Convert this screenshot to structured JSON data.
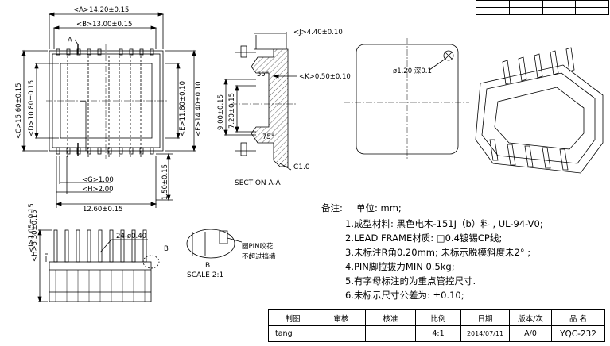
{
  "dimensions": {
    "A": "<A>14.20±0.15",
    "B": "<B>13.00±0.15",
    "C": "<C>15.60±0.15",
    "D": "<D>10.80±0.15",
    "E": "<E>11.80±0.10",
    "F": "<F>14.40±0.10",
    "G": "<G>1.00",
    "H": "<H>2.00",
    "width_bottom": "12.60±0.15",
    "pin_len": "1.50±0.15",
    "J": "<J>4.40±0.10",
    "K": "<K>0.50±0.10",
    "sec_h1": "9.00±0.15",
    "sec_h2": "7.20±0.15",
    "angle1": "55°",
    "angle2": "75°",
    "chamfer": "C1.0",
    "hole": "ø1.20 深0.1",
    "side_H": "<H>5.30±0.15",
    "side_I": "<I>1.05±0.15",
    "pins": "24-ø0.40"
  },
  "labels": {
    "section_mark": "A",
    "section_title": "SECTION A-A",
    "detail_mark": "B",
    "detail_title": "B",
    "detail_scale": "SCALE 2:1",
    "detail_note_1": "圆PIN咬花",
    "detail_note_2": "不超过挡墙"
  },
  "notes": {
    "title": "备注:",
    "unit": "单位: mm;",
    "items": [
      "1.成型材料: 黑色电木-151J（b）料 , UL-94-V0;",
      "2.LEAD FRAME材质: □0.4镀锡CP线;",
      "3.未标注R角0.20mm; 未标示脱模斜度未2° ;",
      "4.PIN脚拉拔力MIN 0.5kg;",
      "5.有字母标注的为重点管控尺寸.",
      "6.未标示尺寸公差为: ±0.10;"
    ]
  },
  "title_block": {
    "headers": [
      "制图",
      "审核",
      "核准",
      "比例",
      "日期",
      "版本/次",
      "品 名"
    ],
    "values": [
      "tang",
      "",
      "",
      "4:1",
      "2014/07/11",
      "A/0",
      "YQC-232"
    ]
  }
}
